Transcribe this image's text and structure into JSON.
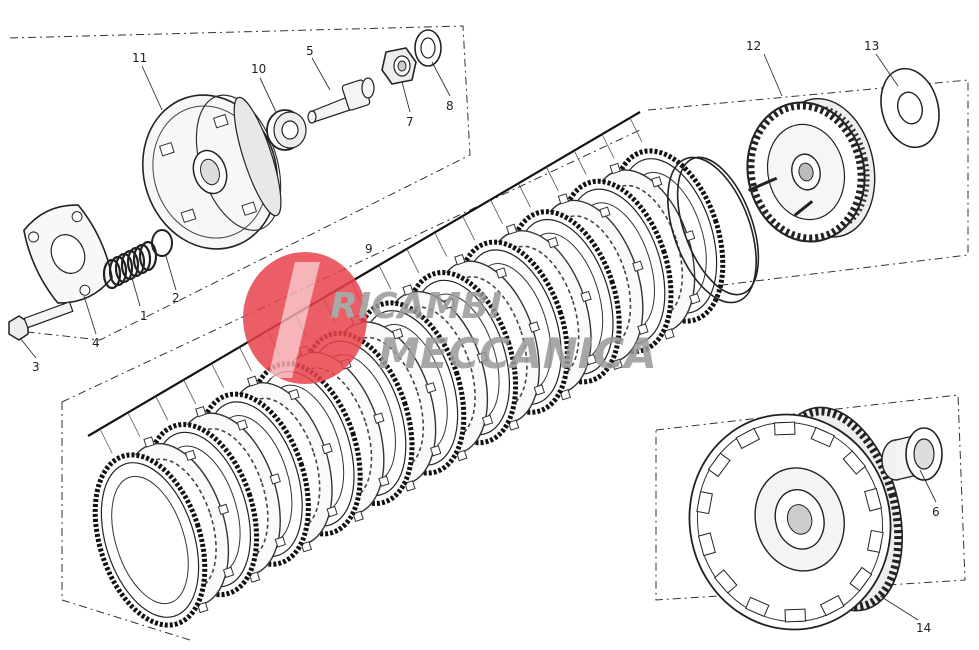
{
  "part_labels": [
    {
      "id": "label-1",
      "text": "1"
    },
    {
      "id": "label-2",
      "text": "2"
    },
    {
      "id": "label-3",
      "text": "3"
    },
    {
      "id": "label-4",
      "text": "4"
    },
    {
      "id": "label-5",
      "text": "5"
    },
    {
      "id": "label-6",
      "text": "6"
    },
    {
      "id": "label-7",
      "text": "7"
    },
    {
      "id": "label-8",
      "text": "8"
    },
    {
      "id": "label-9",
      "text": "9"
    },
    {
      "id": "label-10",
      "text": "10"
    },
    {
      "id": "label-11",
      "text": "11"
    },
    {
      "id": "label-12",
      "text": "12"
    },
    {
      "id": "label-13",
      "text": "13"
    },
    {
      "id": "label-14",
      "text": "14"
    }
  ],
  "watermark": {
    "line1": "RICAMBI",
    "line2": "MECCANICA"
  },
  "colors": {
    "line": "#222222",
    "watermark_red": "#e8434b",
    "watermark_gray": "#9a9a9a"
  }
}
